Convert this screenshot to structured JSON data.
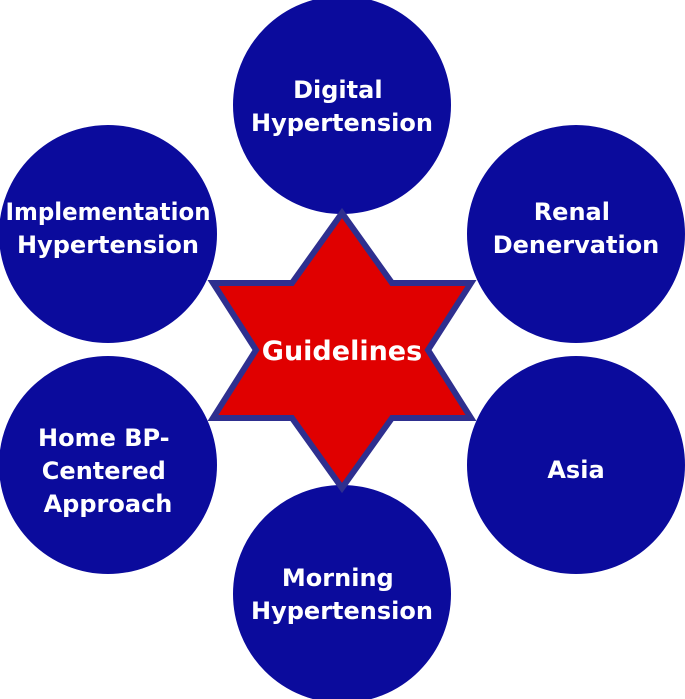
{
  "center": {
    "label": "Guidelines"
  },
  "nodes": [
    {
      "id": "digital",
      "lines": [
        "Digital",
        "Hypertension"
      ]
    },
    {
      "id": "renal",
      "lines": [
        "Renal",
        "Denervation"
      ]
    },
    {
      "id": "asia",
      "lines": [
        "Asia"
      ]
    },
    {
      "id": "morning",
      "lines": [
        "Morning",
        "Hypertension"
      ]
    },
    {
      "id": "homebp",
      "lines": [
        "Home BP-",
        "Centered",
        "Approach"
      ]
    },
    {
      "id": "implementation",
      "lines": [
        "Implementation",
        "Hypertension"
      ]
    }
  ],
  "colors": {
    "circle_fill": "#0b0b9c",
    "circle_stroke": "#ffffff",
    "star_fill": "#e00000",
    "star_stroke": "#2e2f8f",
    "text": "#ffffff"
  }
}
